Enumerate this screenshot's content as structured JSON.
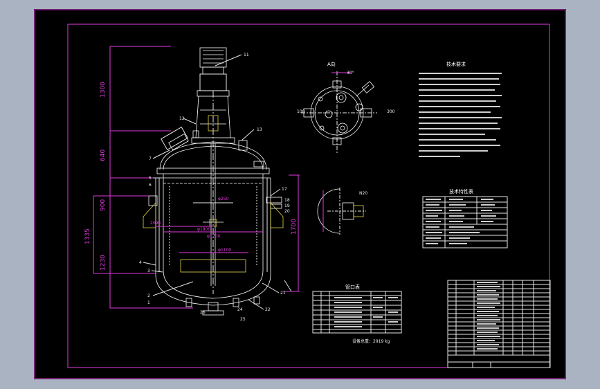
{
  "dimensions": {
    "d1300": "1300",
    "d640": "640",
    "d900": "900",
    "d1335": "1335",
    "d1230": "1230",
    "d1700": "1700",
    "d2090": "2090",
    "d1800": "φ1800",
    "d1100": "φ1100",
    "d1700b": "φ1700",
    "d250": "φ250",
    "d100": "100",
    "d300": "300",
    "d30": "30°",
    "dn20": "N20"
  },
  "callouts": {
    "n1": "1",
    "n2": "2",
    "n3": "3",
    "n4": "4",
    "n5": "5",
    "n6": "6",
    "n7": "7",
    "n11": "11",
    "n12": "12",
    "n13": "13",
    "n17": "17",
    "n18": "18",
    "n19": "19",
    "n20": "20",
    "n21": "21",
    "n22": "22",
    "n24": "24",
    "n25": "25",
    "n26": "26"
  },
  "headings": {
    "tech_req": "技术要求",
    "tech_table": "技术特性表",
    "nozzle_table": "管口表",
    "aview": "A向",
    "weight": "设备总重：2919 kg"
  },
  "colors": {
    "frame": "#e23be0",
    "background": "#000000",
    "outer": "#a9b3c1"
  }
}
